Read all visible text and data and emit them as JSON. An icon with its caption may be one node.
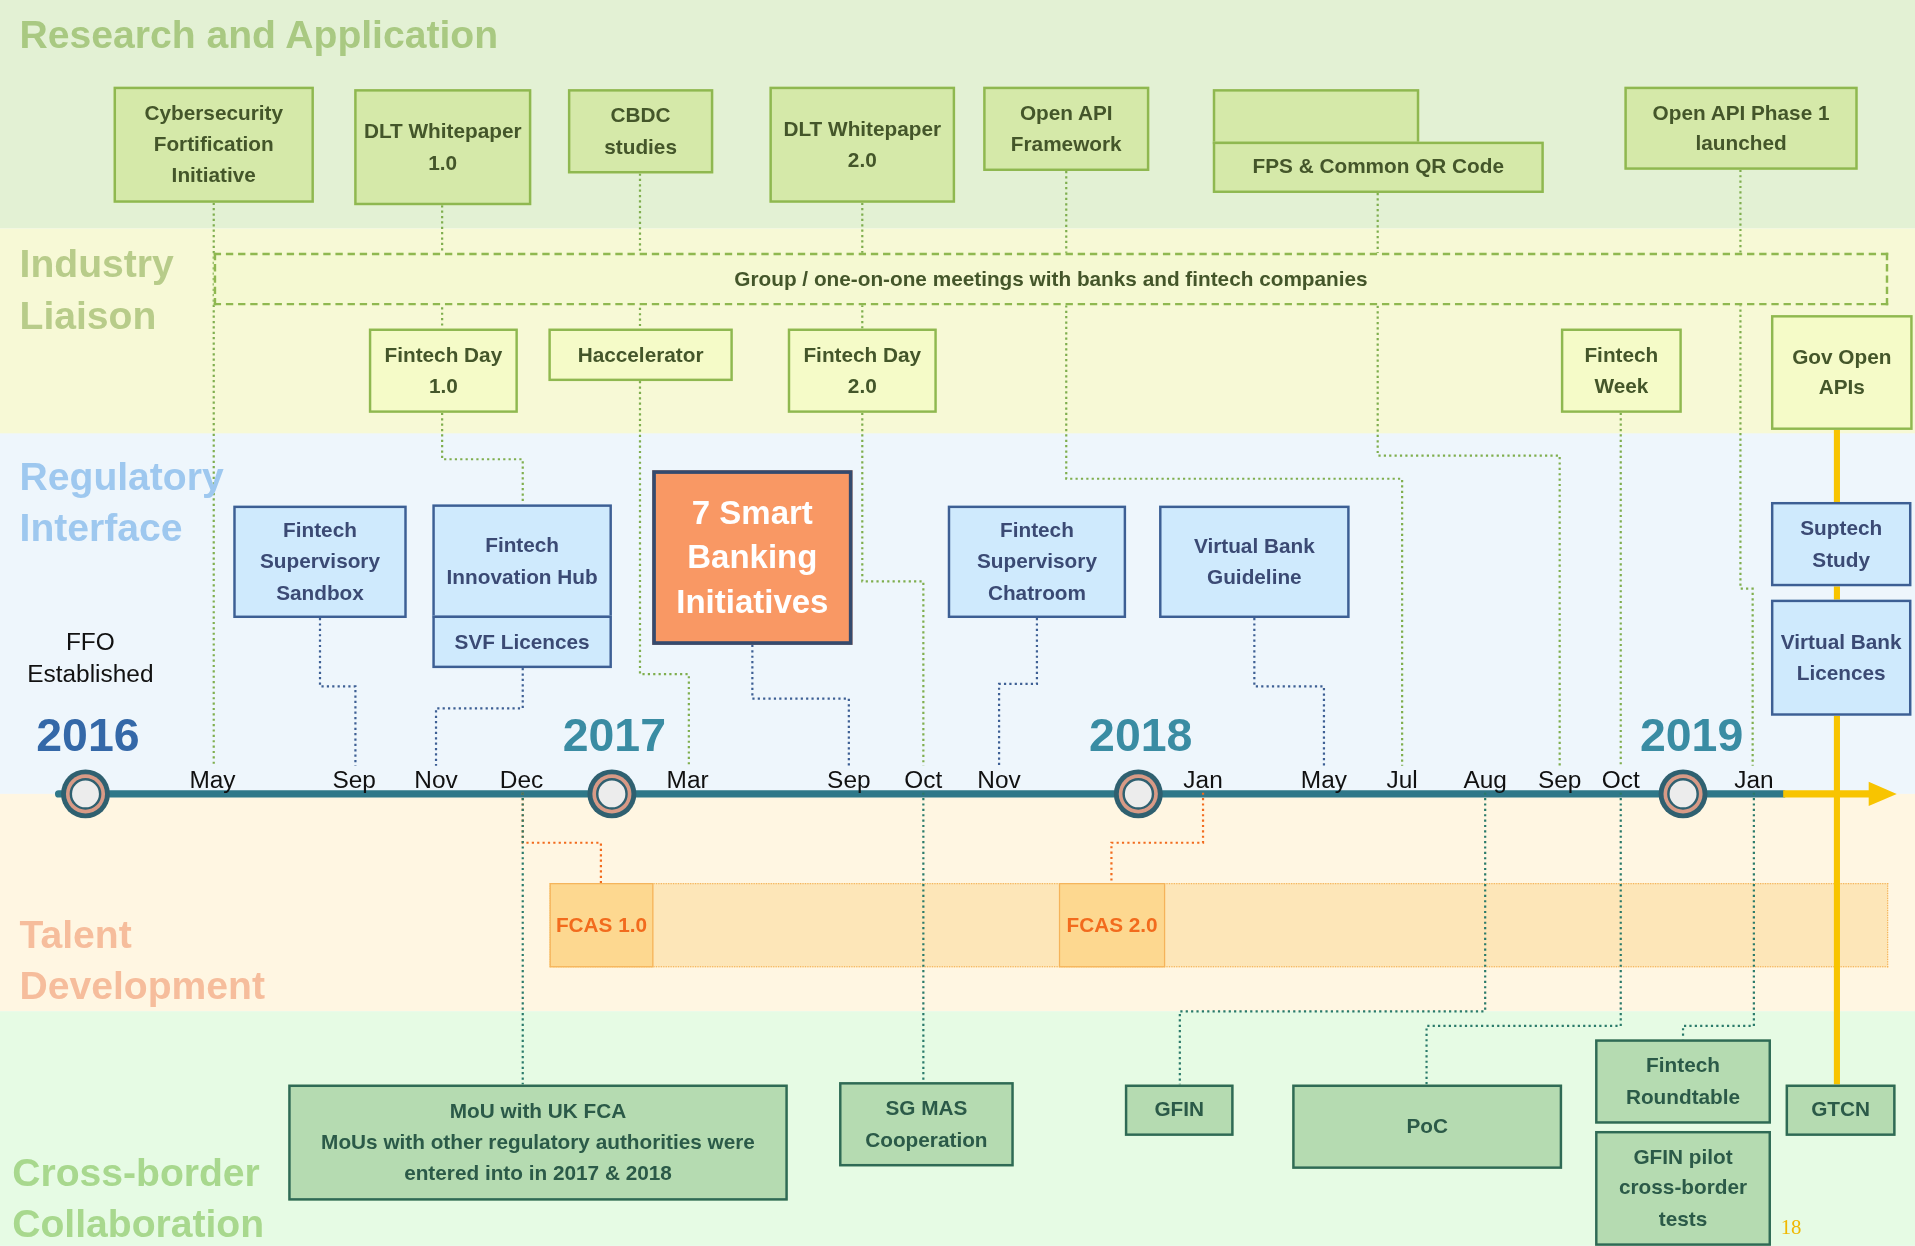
{
  "diagram": {
    "nodes": [
      {
        "text": [
          "Cybersecurity Fortification Initiative"
        ]
      },
      {
        "text": [
          "DLT Whitepaper 1.0"
        ]
      },
      {
        "text": [
          "CBDC studies"
        ]
      },
      {
        "text": [
          "DLT Whitepaper 2.0"
        ]
      },
      {
        "text": [
          "Open API Framework"
        ]
      },
      {
        "text": [],
        "shape": "box"
      },
      {
        "text": [
          "FPS & Common QR Code"
        ]
      },
      {
        "text": [
          "Open API Phase 1 launched"
        ]
      },
      {
        "text": [
          "Group / one-on-one meetings with banks and fintech companies"
        ]
      },
      {
        "text": [
          "Fintech Day 1.0"
        ]
      },
      {
        "text": [
          "Haccelerator"
        ]
      },
      {
        "text": [
          "Fintech Day 2.0"
        ]
      },
      {
        "text": [
          "Fintech Week"
        ]
      },
      {
        "text": [
          "Gov Open APIs"
        ]
      },
      {
        "text": [
          "Fintech Supervisory Sandbox"
        ]
      },
      {
        "text": [
          "Fintech Innovation Hub"
        ]
      },
      {
        "text": [
          "SVF Licences"
        ]
      },
      {
        "text": [
          "7 Smart Banking Initiatives"
        ]
      },
      {
        "text": [
          "Fintech Supervisory Chatroom"
        ]
      },
      {
        "text": [
          "Virtual Bank Guideline"
        ]
      },
      {
        "text": [
          "Suptech Study"
        ]
      },
      {
        "text": [
          "Virtual Bank Licences"
        ]
      },
      {
        "text": [
          "FCAS 1.0"
        ]
      },
      {
        "text": [
          "FCAS 2.0"
        ]
      },
      {
        "text": [
          "MoU with UK FCA",
          "MoUs with other regulatory authorities were entered into in 2017 & 2018"
        ]
      },
      {
        "text": [
          "SG MAS Cooperation"
        ]
      },
      {
        "text": [
          "GFIN"
        ]
      },
      {
        "text": [
          "PoC"
        ]
      },
      {
        "text": [
          "Fintech Roundtable"
        ]
      },
      {
        "text": [
          "GFIN pilot cross-border tests"
        ]
      },
      {
        "text": [
          "GTCN"
        ]
      },
      {
        "text": [
          "May"
        ]
      },
      {
        "text": [
          "Sep"
        ]
      },
      {
        "text": [
          "Nov"
        ]
      },
      {
        "text": [
          "Dec"
        ]
      },
      {
        "text": [
          "Mar"
        ]
      },
      {
        "text": [
          "Sep"
        ]
      },
      {
        "text": [
          "Oct"
        ]
      },
      {
        "text": [
          "Nov"
        ]
      },
      {
        "text": [
          "Jan"
        ]
      },
      {
        "text": [
          "May"
        ]
      },
      {
        "text": [
          "Jul"
        ]
      },
      {
        "text": [
          "Aug"
        ]
      },
      {
        "text": [
          "Sep"
        ]
      },
      {
        "text": [
          "Oct"
        ]
      },
      {
        "text": [
          "Jan"
        ]
      }
    ],
    "edges": [
      {
        "from": 0,
        "to": 31,
        "arrow": "none",
        "style": "dashed"
      },
      {
        "from": 1,
        "to": 9,
        "arrow": "none",
        "style": "dashed"
      },
      {
        "from": 9,
        "to": 15,
        "arrow": "none",
        "style": "dashed"
      },
      {
        "from": 16,
        "to": 33,
        "arrow": "none",
        "style": "dashed",
        "color": "#3d5f94"
      },
      {
        "from": 2,
        "to": 10,
        "arrow": "none",
        "style": "dashed"
      },
      {
        "from": 10,
        "to": 35,
        "arrow": "none",
        "style": "dashed"
      },
      {
        "from": 3,
        "to": 11,
        "arrow": "none",
        "style": "dashed"
      },
      {
        "from": 11,
        "to": 37,
        "arrow": "none",
        "style": "dashed"
      },
      {
        "from": 4,
        "to": 41,
        "arrow": "none",
        "style": "dashed"
      },
      {
        "from": 6,
        "to": 43,
        "arrow": "none",
        "style": "dashed"
      },
      {
        "from": 7,
        "to": 45,
        "arrow": "none",
        "style": "dashed"
      },
      {
        "from": 12,
        "to": 44,
        "arrow": "none",
        "style": "dashed"
      },
      {
        "from": 13,
        "to": 20,
        "arrow": "none",
        "style": "thick",
        "color": "#f8c400"
      },
      {
        "from": 20,
        "to": 21,
        "arrow": "none",
        "style": "thick",
        "color": "#f8c400"
      },
      {
        "from": 21,
        "to": 30,
        "arrow": "none",
        "style": "thick",
        "color": "#f8c400"
      },
      {
        "from": 14,
        "to": 32,
        "arrow": "none",
        "style": "dashed",
        "color": "#3d5f94"
      },
      {
        "from": 17,
        "to": 36,
        "arrow": "none",
        "style": "dashed",
        "color": "#3d5f94"
      },
      {
        "from": 18,
        "to": 38,
        "arrow": "none",
        "style": "dashed",
        "color": "#3d5f94"
      },
      {
        "from": 19,
        "to": 40,
        "arrow": "none",
        "style": "dashed",
        "color": "#3d5f94"
      },
      {
        "from": 34,
        "to": 22,
        "arrow": "none",
        "style": "dashed",
        "color": "#f26b1d"
      },
      {
        "from": 39,
        "to": 23,
        "arrow": "none",
        "style": "dashed",
        "color": "#f26b1d"
      },
      {
        "from": 34,
        "to": 24,
        "arrow": "none",
        "style": "dashed",
        "color": "#2a7a6a"
      },
      {
        "from": 37,
        "to": 25,
        "arrow": "none",
        "style": "dashed",
        "color": "#2a7a6a"
      },
      {
        "from": 42,
        "to": 26,
        "arrow": "none",
        "style": "dashed",
        "color": "#2a7a6a"
      },
      {
        "from": 44,
        "to": 27,
        "arrow": "none",
        "style": "dashed",
        "color": "#2a7a6a"
      },
      {
        "from": 45,
        "to": 28,
        "arrow": "none",
        "style": "dashed",
        "color": "#2a7a6a"
      }
    ],
    "labels": [
      "Research and Application",
      "Industry Liaison",
      "Regulatory Interface",
      "FFO Established",
      "2016",
      "2017",
      "2018",
      "2019",
      "Talent Development",
      "Cross-border Collaboration",
      "18"
    ]
  }
}
